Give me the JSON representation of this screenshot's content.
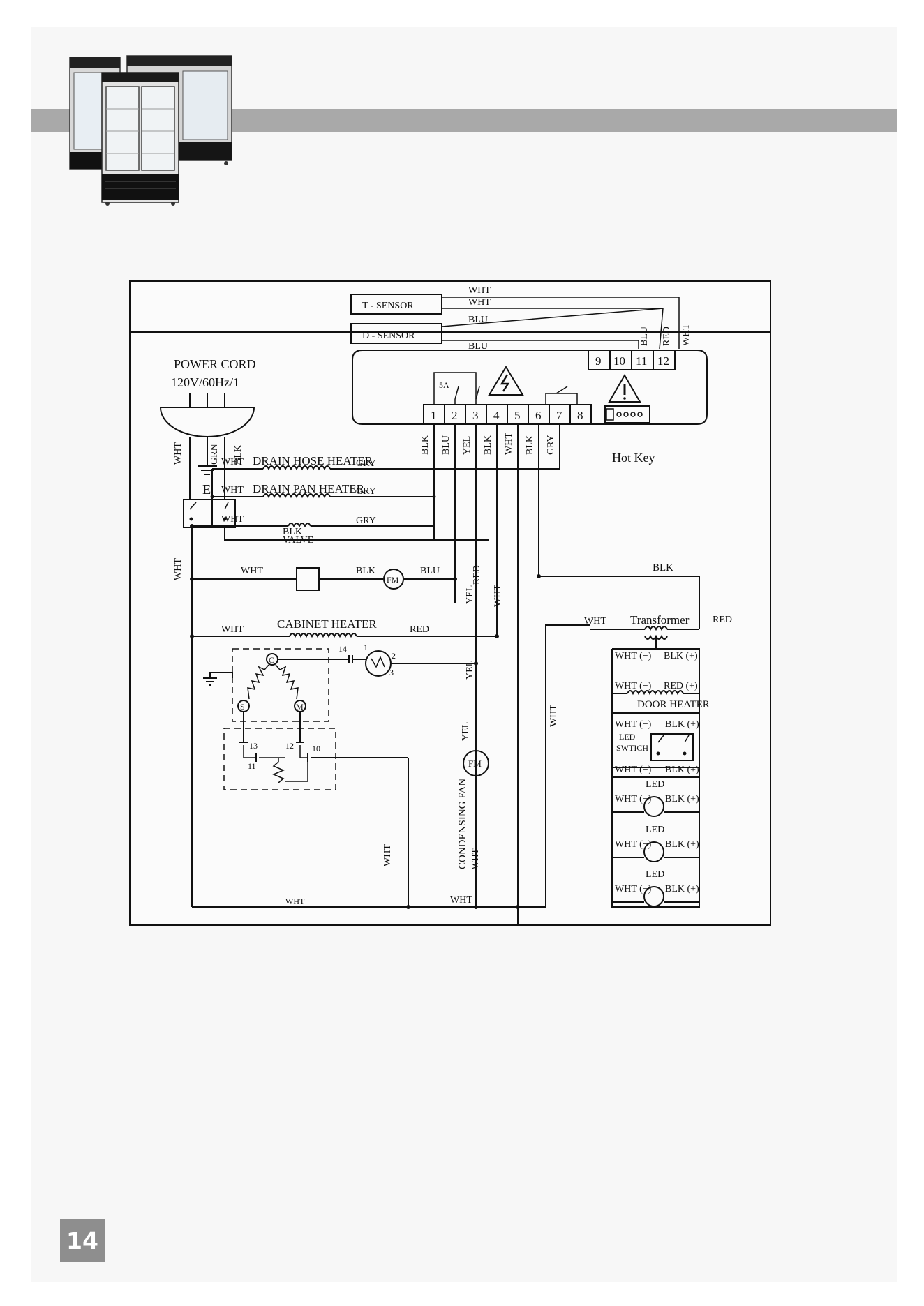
{
  "page": {
    "number": "14"
  },
  "diagram": {
    "power_cord": {
      "label": "POWER CORD",
      "rating": "120V/60Hz/1",
      "ground_label": "E"
    },
    "sensors": {
      "t_sensor": "T  -  SENSOR",
      "d_sensor": "D  -  SENSOR"
    },
    "controller": {
      "upper_terminals": [
        "9",
        "10",
        "11",
        "12"
      ],
      "lower_terminals": [
        "1",
        "2",
        "3",
        "4",
        "5",
        "6",
        "7",
        "8"
      ],
      "fuse_rating": "5A",
      "hot_key_label": "Hot Key"
    },
    "components": {
      "drain_hose_heater": "DRAIN HOSE HEATER",
      "drain_pan_heater": "DRAIN PAN HEATER",
      "valve": "VALVE",
      "cabinet_heater": "CABINET HEATER",
      "transformer": "Transformer",
      "door_heater": "DOOR HEATER",
      "led_switch_line1": "LED",
      "led_switch_line2": "SWTICH",
      "led": "LED",
      "condensing_fan": "CONDENSING FAN",
      "fan_motor": "FM",
      "compressor_common": "C",
      "compressor_start": "S",
      "compressor_main": "M"
    },
    "pin_numbers": {
      "p14": "14",
      "p1": "1",
      "p2": "2",
      "p3": "3",
      "p13": "13",
      "p12": "12",
      "p10": "10",
      "p11": "11"
    },
    "wire_colors": {
      "white": "WHT",
      "black": "BLK",
      "blue": "BLU",
      "yellow": "YEL",
      "red": "RED",
      "gray": "GRY",
      "green": "GRN"
    },
    "polarity": {
      "neg": "WHT (−)",
      "pos_blk": "BLK (+)",
      "pos_red": "RED (+)"
    }
  },
  "colors": {
    "header_band": "#a9a9a9",
    "page_number_box": "#8e8e8e",
    "line": "#111111"
  }
}
